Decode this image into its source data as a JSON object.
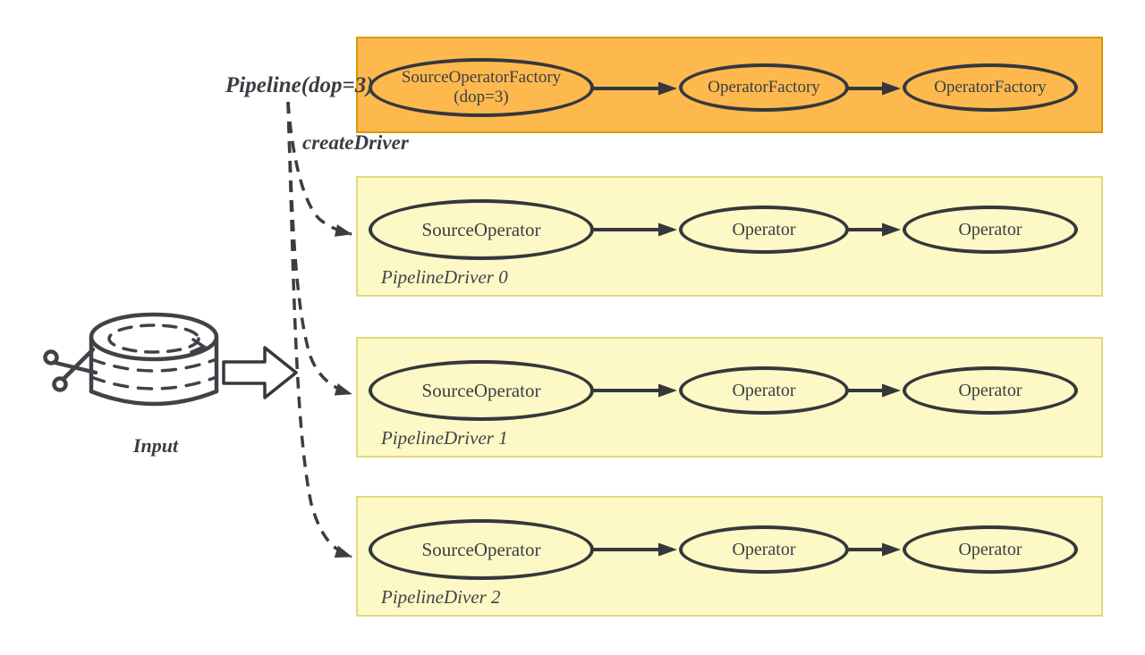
{
  "colors": {
    "orange_fill": "#fdb94e",
    "orange_border": "#d79b00",
    "yellow_fill": "#fdf9c6",
    "yellow_border": "#e3d87a",
    "stroke": "#34383c",
    "text": "#3a3e43"
  },
  "annotations": {
    "pipeline": "Pipeline(dop=3)",
    "create_driver": "createDriver",
    "input": "Input"
  },
  "factory_pipeline": {
    "node1_line1": "SourceOperatorFactory",
    "node1_line2": "(dop=3)",
    "node2": "OperatorFactory",
    "node3": "OperatorFactory"
  },
  "drivers": [
    {
      "caption": "PipelineDriver 0",
      "node1": "SourceOperator",
      "node2": "Operator",
      "node3": "Operator"
    },
    {
      "caption": "PipelineDriver 1",
      "node1": "SourceOperator",
      "node2": "Operator",
      "node3": "Operator"
    },
    {
      "caption": "PipelineDiver 2",
      "node1": "SourceOperator",
      "node2": "Operator",
      "node3": "Operator"
    }
  ]
}
